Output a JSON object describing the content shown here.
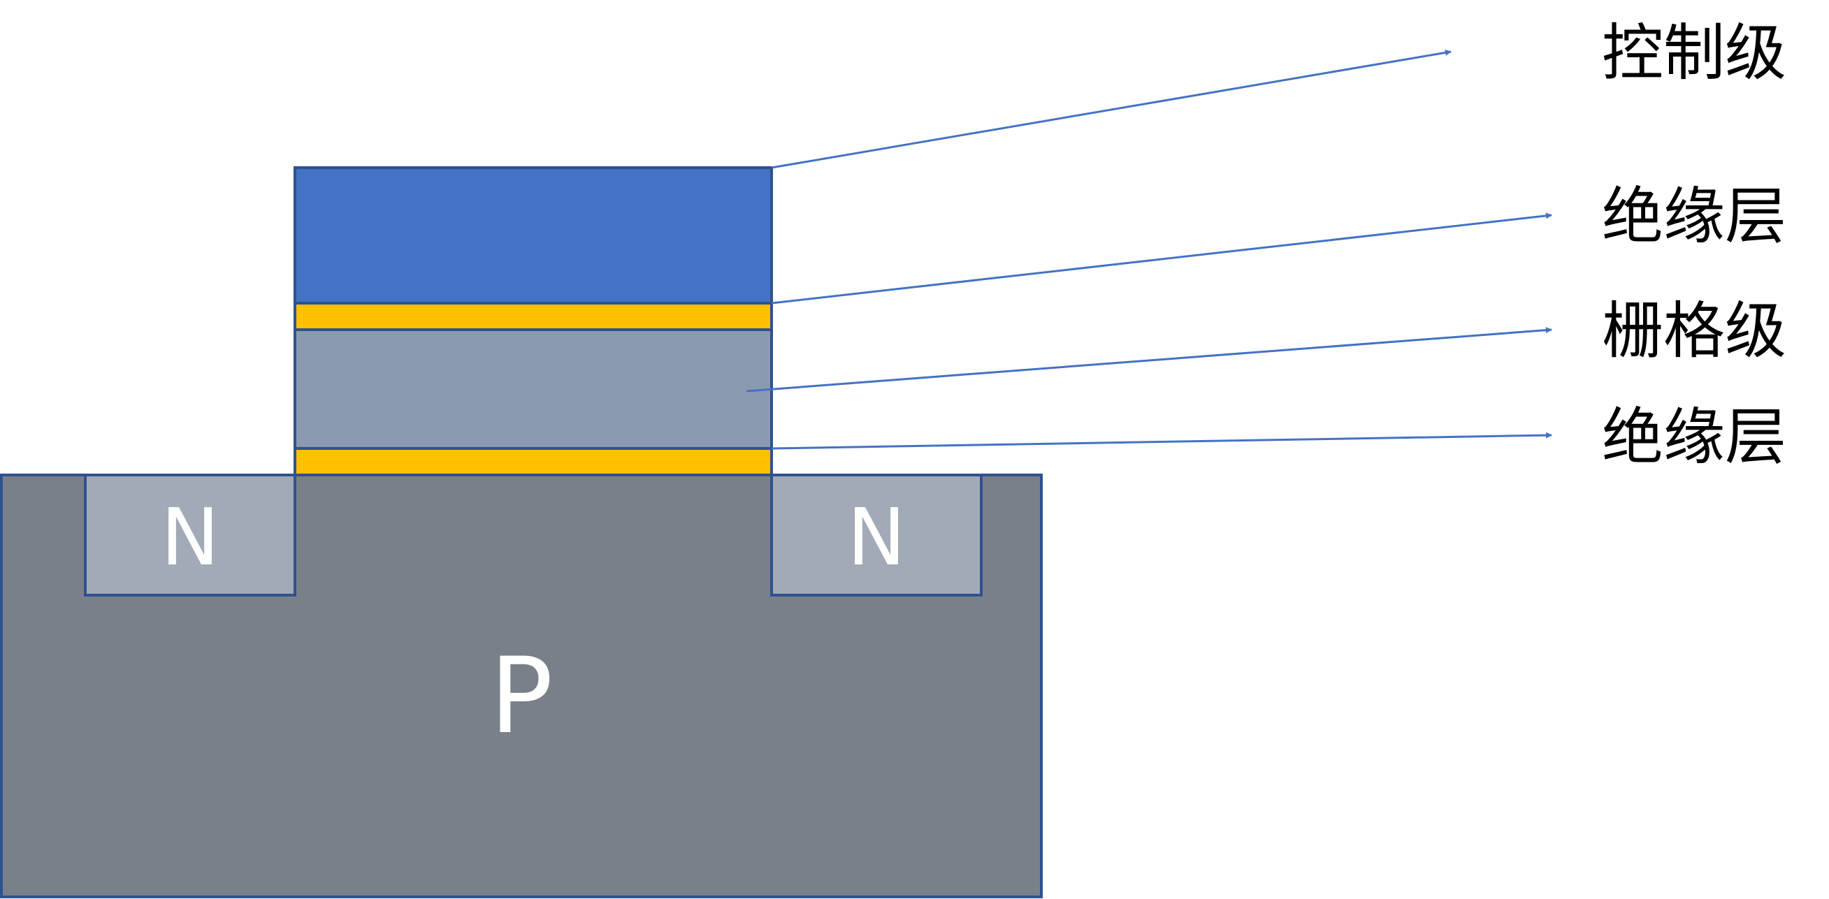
{
  "diagram": {
    "regions": {
      "substrate": "P",
      "source": "N",
      "drain": "N"
    },
    "layers": {
      "control_gate": "控制级",
      "upper_insulator": "绝缘层",
      "floating_gate": "栅格级",
      "lower_insulator": "绝缘层"
    },
    "colors": {
      "substrate": "#7A808A",
      "diffusion": "#A2AAB8",
      "control_gate": "#4472C4",
      "floating_gate": "#8B9AB0",
      "insulator": "#FFC000",
      "outline": "#2F528F",
      "arrow": "#4472C4",
      "label_text": "#000000",
      "region_text": "#FFFFFF"
    }
  }
}
